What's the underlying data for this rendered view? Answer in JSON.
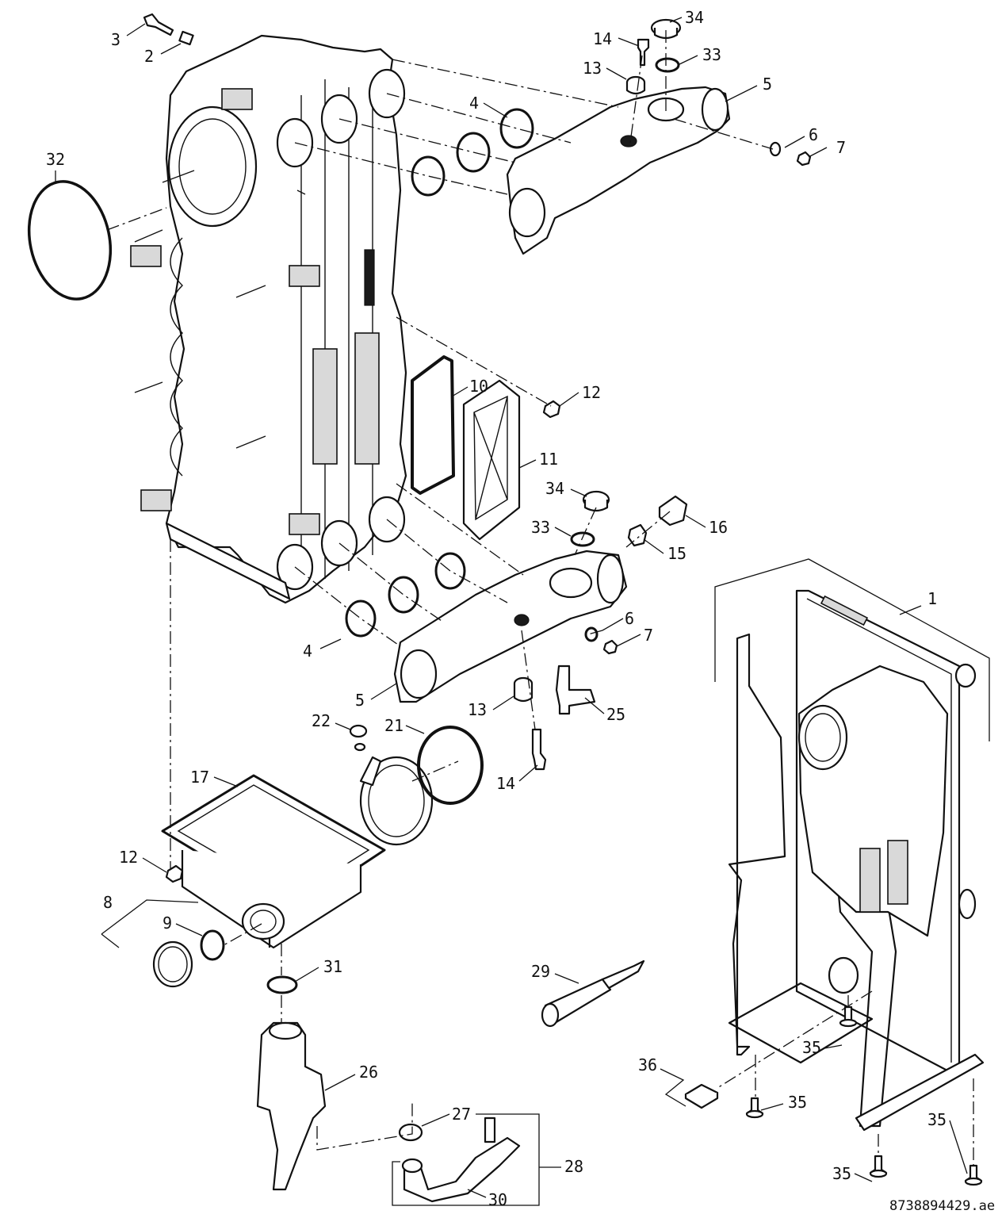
{
  "callouts": [
    {
      "id": "c3",
      "text": "3"
    },
    {
      "id": "c2",
      "text": "2"
    },
    {
      "id": "c14a",
      "text": "14"
    },
    {
      "id": "c34a",
      "text": "34"
    },
    {
      "id": "c33a",
      "text": "33"
    },
    {
      "id": "c13a",
      "text": "13"
    },
    {
      "id": "c5a",
      "text": "5"
    },
    {
      "id": "c4a",
      "text": "4"
    },
    {
      "id": "c6a",
      "text": "6"
    },
    {
      "id": "c7a",
      "text": "7"
    },
    {
      "id": "c32",
      "text": "32"
    },
    {
      "id": "c10",
      "text": "10"
    },
    {
      "id": "c12a",
      "text": "12"
    },
    {
      "id": "c11",
      "text": "11"
    },
    {
      "id": "c34b",
      "text": "34"
    },
    {
      "id": "c16",
      "text": "16"
    },
    {
      "id": "c33b",
      "text": "33"
    },
    {
      "id": "c15",
      "text": "15"
    },
    {
      "id": "c1",
      "text": "1"
    },
    {
      "id": "c6b",
      "text": "6"
    },
    {
      "id": "c4b",
      "text": "4"
    },
    {
      "id": "c7b",
      "text": "7"
    },
    {
      "id": "c5b",
      "text": "5"
    },
    {
      "id": "c13b",
      "text": "13"
    },
    {
      "id": "c25",
      "text": "25"
    },
    {
      "id": "c22",
      "text": "22"
    },
    {
      "id": "c21",
      "text": "21"
    },
    {
      "id": "c17",
      "text": "17"
    },
    {
      "id": "c14b",
      "text": "14"
    },
    {
      "id": "c12b",
      "text": "12"
    },
    {
      "id": "c8",
      "text": "8"
    },
    {
      "id": "c9",
      "text": "9"
    },
    {
      "id": "c31",
      "text": "31"
    },
    {
      "id": "c29",
      "text": "29"
    },
    {
      "id": "c35a",
      "text": "35"
    },
    {
      "id": "c36",
      "text": "36"
    },
    {
      "id": "c35b",
      "text": "35"
    },
    {
      "id": "c26",
      "text": "26"
    },
    {
      "id": "c27",
      "text": "27"
    },
    {
      "id": "c35c",
      "text": "35"
    },
    {
      "id": "c28",
      "text": "28"
    },
    {
      "id": "c35d",
      "text": "35"
    },
    {
      "id": "c30",
      "text": "30"
    }
  ],
  "document_number": "8738894429.ae"
}
